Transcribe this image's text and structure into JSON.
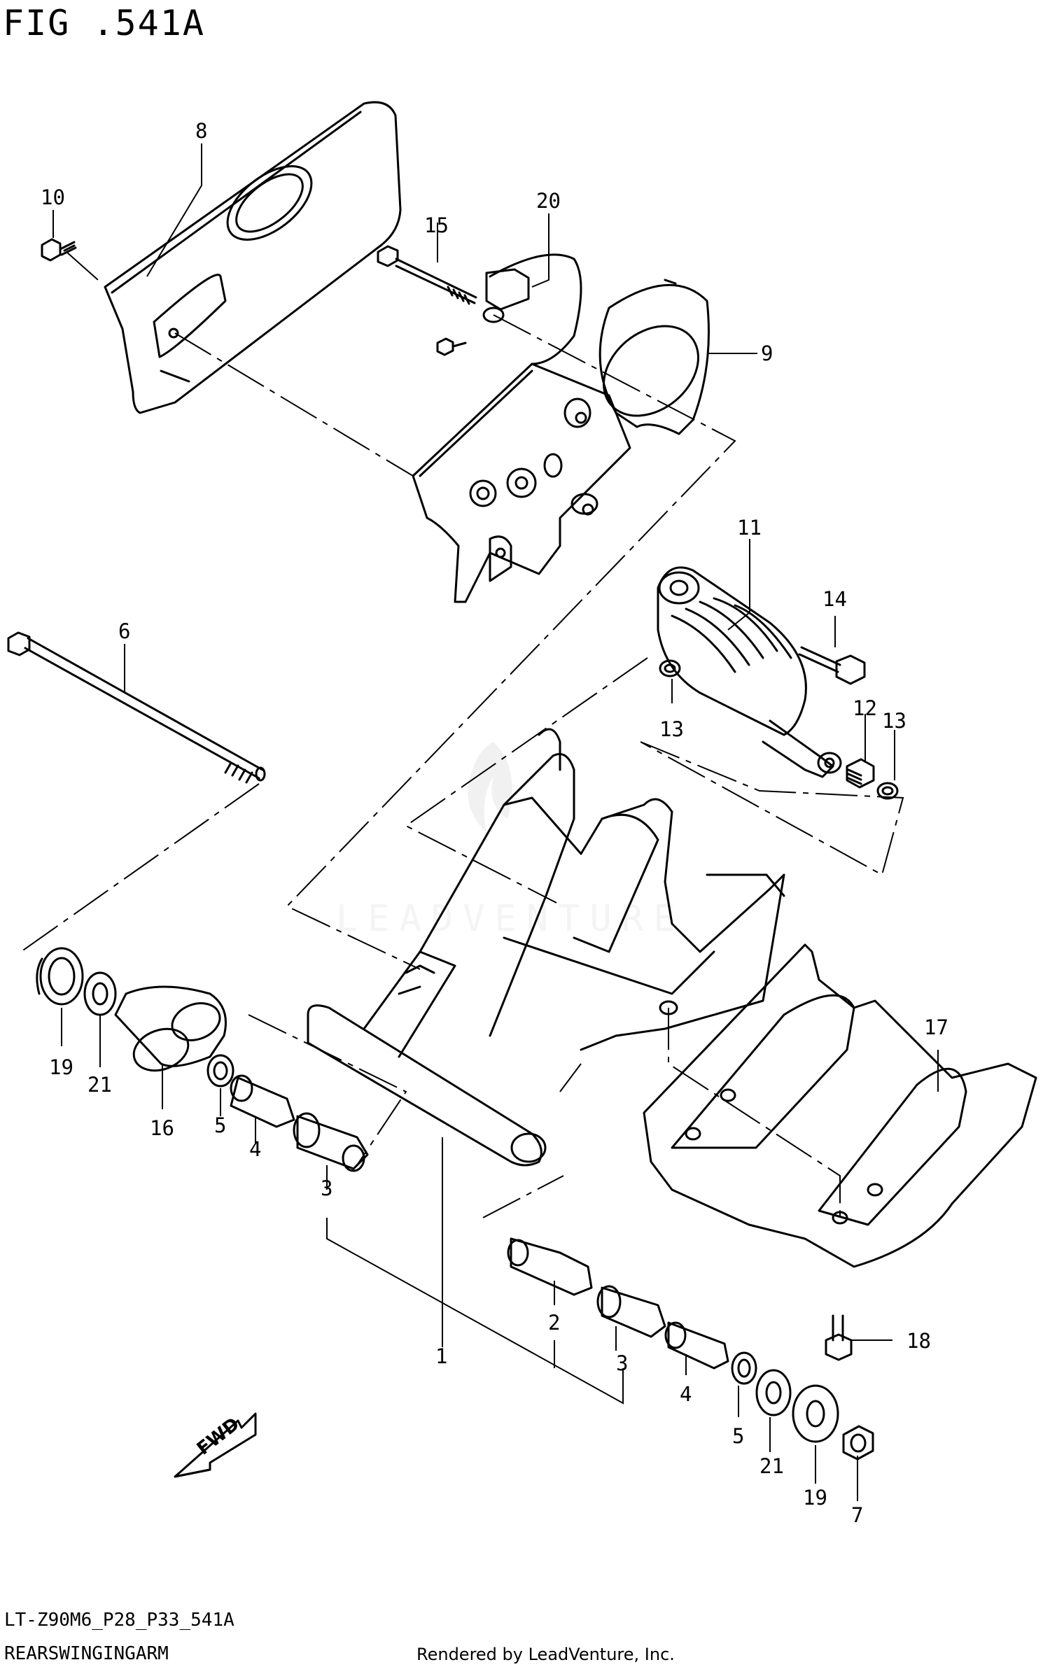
{
  "figure": {
    "title": "FIG .541A"
  },
  "watermark": "LEADVENTURE",
  "callouts": [
    "1",
    "2",
    "3",
    "3",
    "4",
    "4",
    "5",
    "5",
    "6",
    "7",
    "8",
    "9",
    "10",
    "11",
    "12",
    "13",
    "13",
    "14",
    "15",
    "16",
    "17",
    "18",
    "19",
    "19",
    "20",
    "21",
    "21"
  ],
  "fwd_label": "FWD",
  "footer": {
    "model_code": "LT-Z90M6_P28_P33_541A",
    "section_name": "REARSWINGINGARM",
    "credit": "Rendered by LeadVenture, Inc."
  },
  "colors": {
    "line": "#000000",
    "background": "#ffffff",
    "watermark": "#e6e6e6"
  }
}
